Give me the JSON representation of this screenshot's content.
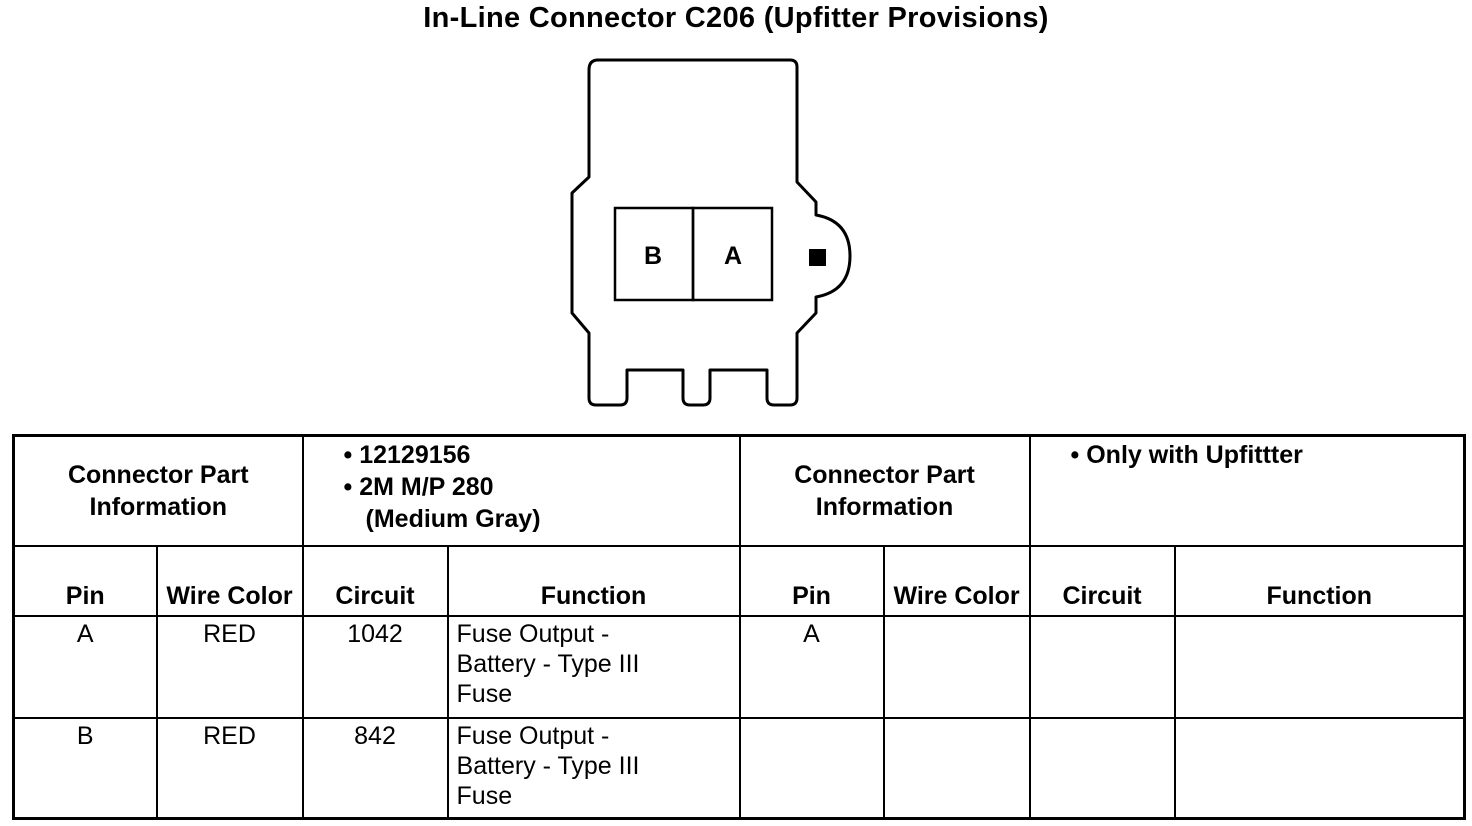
{
  "title": "In-Line Connector C206 (Upfitter Provisions)",
  "connector": {
    "cavity_labels": [
      "B",
      "A"
    ]
  },
  "table": {
    "left": {
      "part_info_label": "Connector Part Information",
      "part_info_lines": [
        "• 12129156",
        "• 2M M/P 280",
        "(Medium Gray)"
      ],
      "headers": {
        "pin": "Pin",
        "wire_color": "Wire Color",
        "circuit": "Circuit",
        "function": "Function"
      },
      "rows": [
        {
          "pin": "A",
          "wire_color": "RED",
          "circuit": "1042",
          "function": [
            "Fuse Output -",
            "Battery - Type III",
            "Fuse"
          ]
        },
        {
          "pin": "B",
          "wire_color": "RED",
          "circuit": "842",
          "function": [
            "Fuse Output -",
            "Battery - Type III",
            "Fuse"
          ]
        }
      ]
    },
    "right": {
      "part_info_label": "Connector Part Information",
      "part_info_lines": [
        "• Only with Upfittter"
      ],
      "headers": {
        "pin": "Pin",
        "wire_color": "Wire Color",
        "circuit": "Circuit",
        "function": "Function"
      },
      "rows": [
        {
          "pin": "A",
          "wire_color": "",
          "circuit": "",
          "function": []
        },
        {
          "pin": "",
          "wire_color": "",
          "circuit": "",
          "function": []
        }
      ]
    }
  }
}
